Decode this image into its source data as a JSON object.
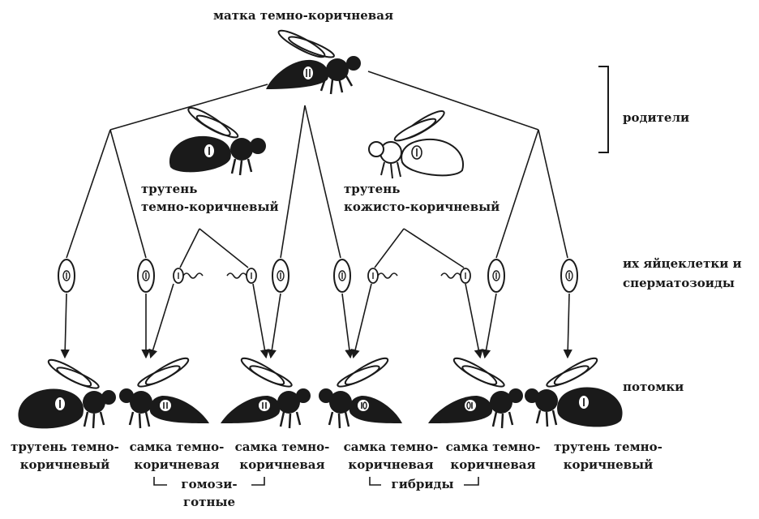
{
  "title": "матка темно-коричневая",
  "drone_dark_label": [
    "трутень",
    "темно-коричневый"
  ],
  "drone_light_label": [
    "трутень",
    "кожисто-коричневый"
  ],
  "side_labels": {
    "parents": "родители",
    "gametes": [
      "их яйцеклетки и",
      "сперматозоиды"
    ],
    "offspring": "потомки"
  },
  "offspring": [
    {
      "line1": "трутень темно-",
      "line2": "коричневый"
    },
    {
      "line1": "самка темно-",
      "line2": "коричневая"
    },
    {
      "line1": "самка темно-",
      "line2": "коричневая"
    },
    {
      "line1": "самка темно-",
      "line2": "коричневая"
    },
    {
      "line1": "самка темно-",
      "line2": "коричневая"
    },
    {
      "line1": "трутень темно-",
      "line2": "коричневый"
    }
  ],
  "groups": {
    "homozygous": [
      "гомози-",
      "готные"
    ],
    "hybrids": "гибриды"
  },
  "colors": {
    "ink": "#1a1a1a",
    "light_body": "#ffffff",
    "background": "#ffffff"
  }
}
